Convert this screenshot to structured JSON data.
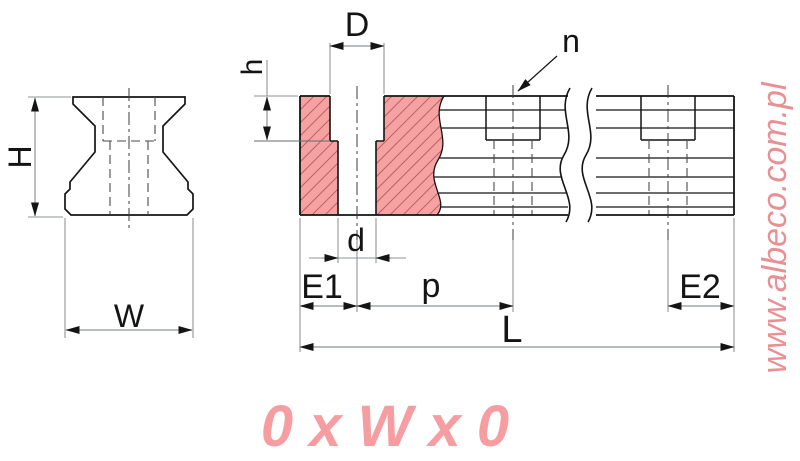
{
  "dimension_labels": {
    "H": "H",
    "W": "W",
    "D": "D",
    "h": "h",
    "n": "n",
    "d": "d",
    "E1": "E1",
    "p": "p",
    "E2": "E2",
    "L": "L"
  },
  "watermark": {
    "text": "www.albeco.com.pl",
    "color": "#e99095"
  },
  "part_code": {
    "text": "0 x W x 0",
    "color": "#f69da1"
  },
  "colors": {
    "outline": "#141414",
    "dim": "#8f9496",
    "section_fill": "#f7a2a2",
    "hatch": "#ba6363",
    "hidden": "#555555"
  }
}
